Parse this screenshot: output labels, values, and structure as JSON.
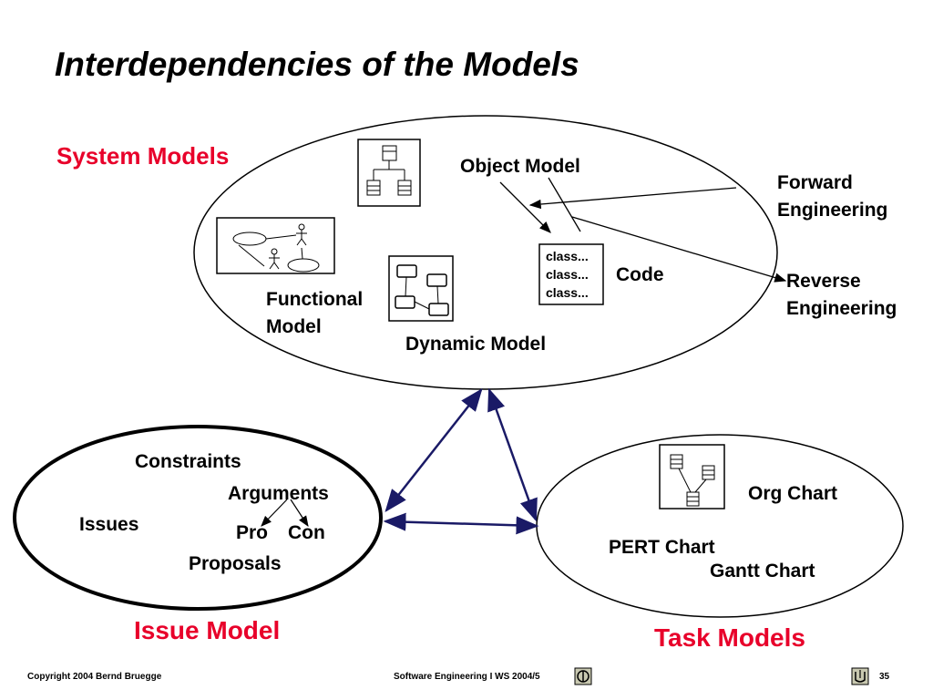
{
  "slide": {
    "title": "Interdependencies of the Models"
  },
  "system_models": {
    "heading": "System Models",
    "object_model": "Object Model",
    "functional_model_line1": "Functional",
    "functional_model_line2": "Model",
    "dynamic_model": "Dynamic Model",
    "code_label": "Code",
    "code_lines": [
      "class...",
      "class...",
      "class..."
    ]
  },
  "engineering": {
    "forward_line1": "Forward",
    "forward_line2": "Engineering",
    "reverse_line1": "Reverse",
    "reverse_line2": "Engineering"
  },
  "issue_model": {
    "heading": "Issue Model",
    "constraints": "Constraints",
    "arguments": "Arguments",
    "issues": "Issues",
    "pro": "Pro",
    "con": "Con",
    "proposals": "Proposals"
  },
  "task_models": {
    "heading": "Task Models",
    "org_chart": "Org Chart",
    "pert_chart": "PERT Chart",
    "gantt_chart": "Gantt Chart"
  },
  "footer": {
    "copyright": "Copyright 2004 Bernd Bruegge",
    "course": "Software  Engineering I  WS 2004/5",
    "page": "35"
  },
  "colors": {
    "accent_red": "#e8002a",
    "arrow_navy": "#1a1a66"
  }
}
